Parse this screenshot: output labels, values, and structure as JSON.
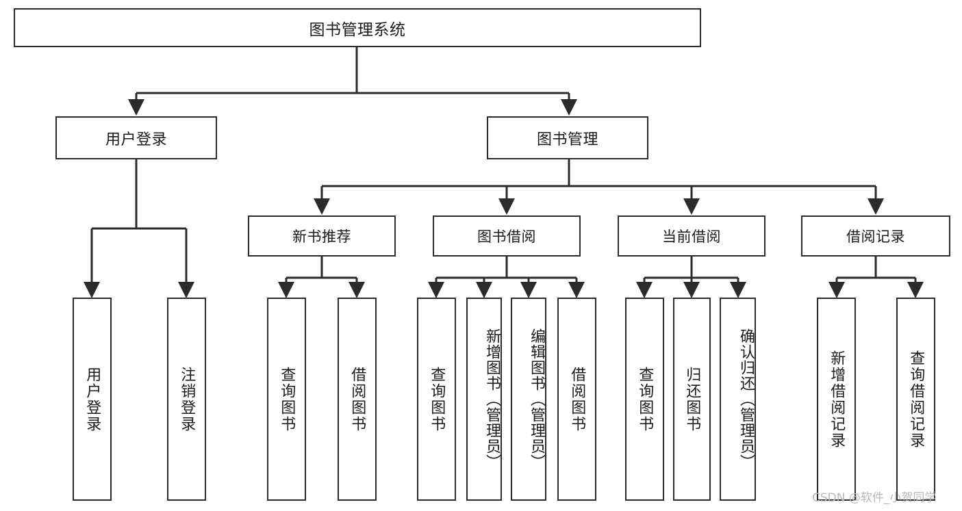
{
  "diagram": {
    "title": "图书管理系统",
    "type": "tree-hierarchy-chart",
    "root": {
      "id": "root",
      "label": "图书管理系统"
    },
    "level2": [
      {
        "id": "user-login",
        "label": "用户登录"
      },
      {
        "id": "book-management",
        "label": "图书管理"
      }
    ],
    "level3": [
      {
        "id": "new-book-recommend",
        "label": "新书推荐"
      },
      {
        "id": "book-borrow",
        "label": "图书借阅"
      },
      {
        "id": "current-borrow",
        "label": "当前借阅"
      },
      {
        "id": "borrow-record",
        "label": "借阅记录"
      }
    ],
    "leaves": [
      {
        "id": "leaf-user-login",
        "label": "用户登录",
        "parent": "user-login"
      },
      {
        "id": "leaf-logout-login",
        "label": "注销登录",
        "parent": "user-login"
      },
      {
        "id": "leaf-query-book-1",
        "label": "查询图书",
        "parent": "new-book-recommend"
      },
      {
        "id": "leaf-borrow-book-1",
        "label": "借阅图书",
        "parent": "new-book-recommend"
      },
      {
        "id": "leaf-query-book-2",
        "label": "查询图书",
        "parent": "book-borrow"
      },
      {
        "id": "leaf-add-book",
        "label": "新增图书（管理员）",
        "parent": "book-borrow"
      },
      {
        "id": "leaf-edit-book",
        "label": "编辑图书（管理员）",
        "parent": "book-borrow"
      },
      {
        "id": "leaf-borrow-book-2",
        "label": "借阅图书",
        "parent": "book-borrow"
      },
      {
        "id": "leaf-query-book-3",
        "label": "查询图书",
        "parent": "current-borrow"
      },
      {
        "id": "leaf-return-book",
        "label": "归还图书",
        "parent": "current-borrow"
      },
      {
        "id": "leaf-confirm-return",
        "label": "确认归还（管理员）",
        "parent": "current-borrow"
      },
      {
        "id": "leaf-add-record",
        "label": "新增借阅记录",
        "parent": "borrow-record"
      },
      {
        "id": "leaf-query-record",
        "label": "查询借阅记录",
        "parent": "borrow-record"
      }
    ],
    "watermark": "CSDN @软件_小贺同学",
    "colors": {
      "stroke": "#2b2b2b",
      "fill": "#ffffff",
      "text": "#1a1a1a",
      "watermark": "#b9b9b9"
    }
  }
}
